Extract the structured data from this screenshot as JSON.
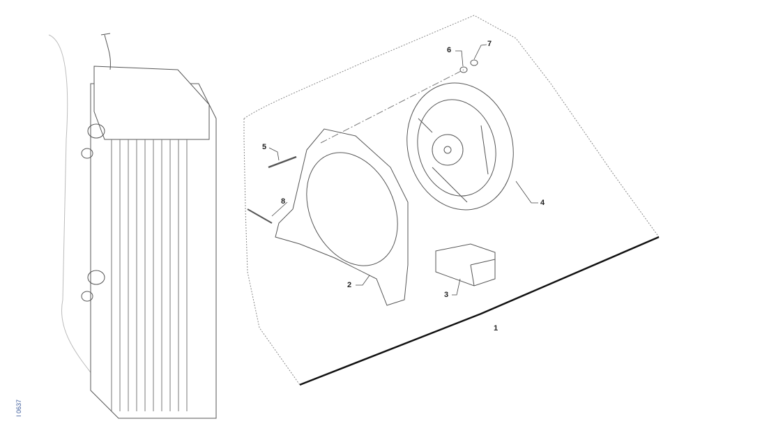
{
  "diagram": {
    "drawing_code": "I 0637",
    "callouts": [
      "1",
      "2",
      "3",
      "4",
      "5",
      "6",
      "7",
      "8"
    ]
  }
}
